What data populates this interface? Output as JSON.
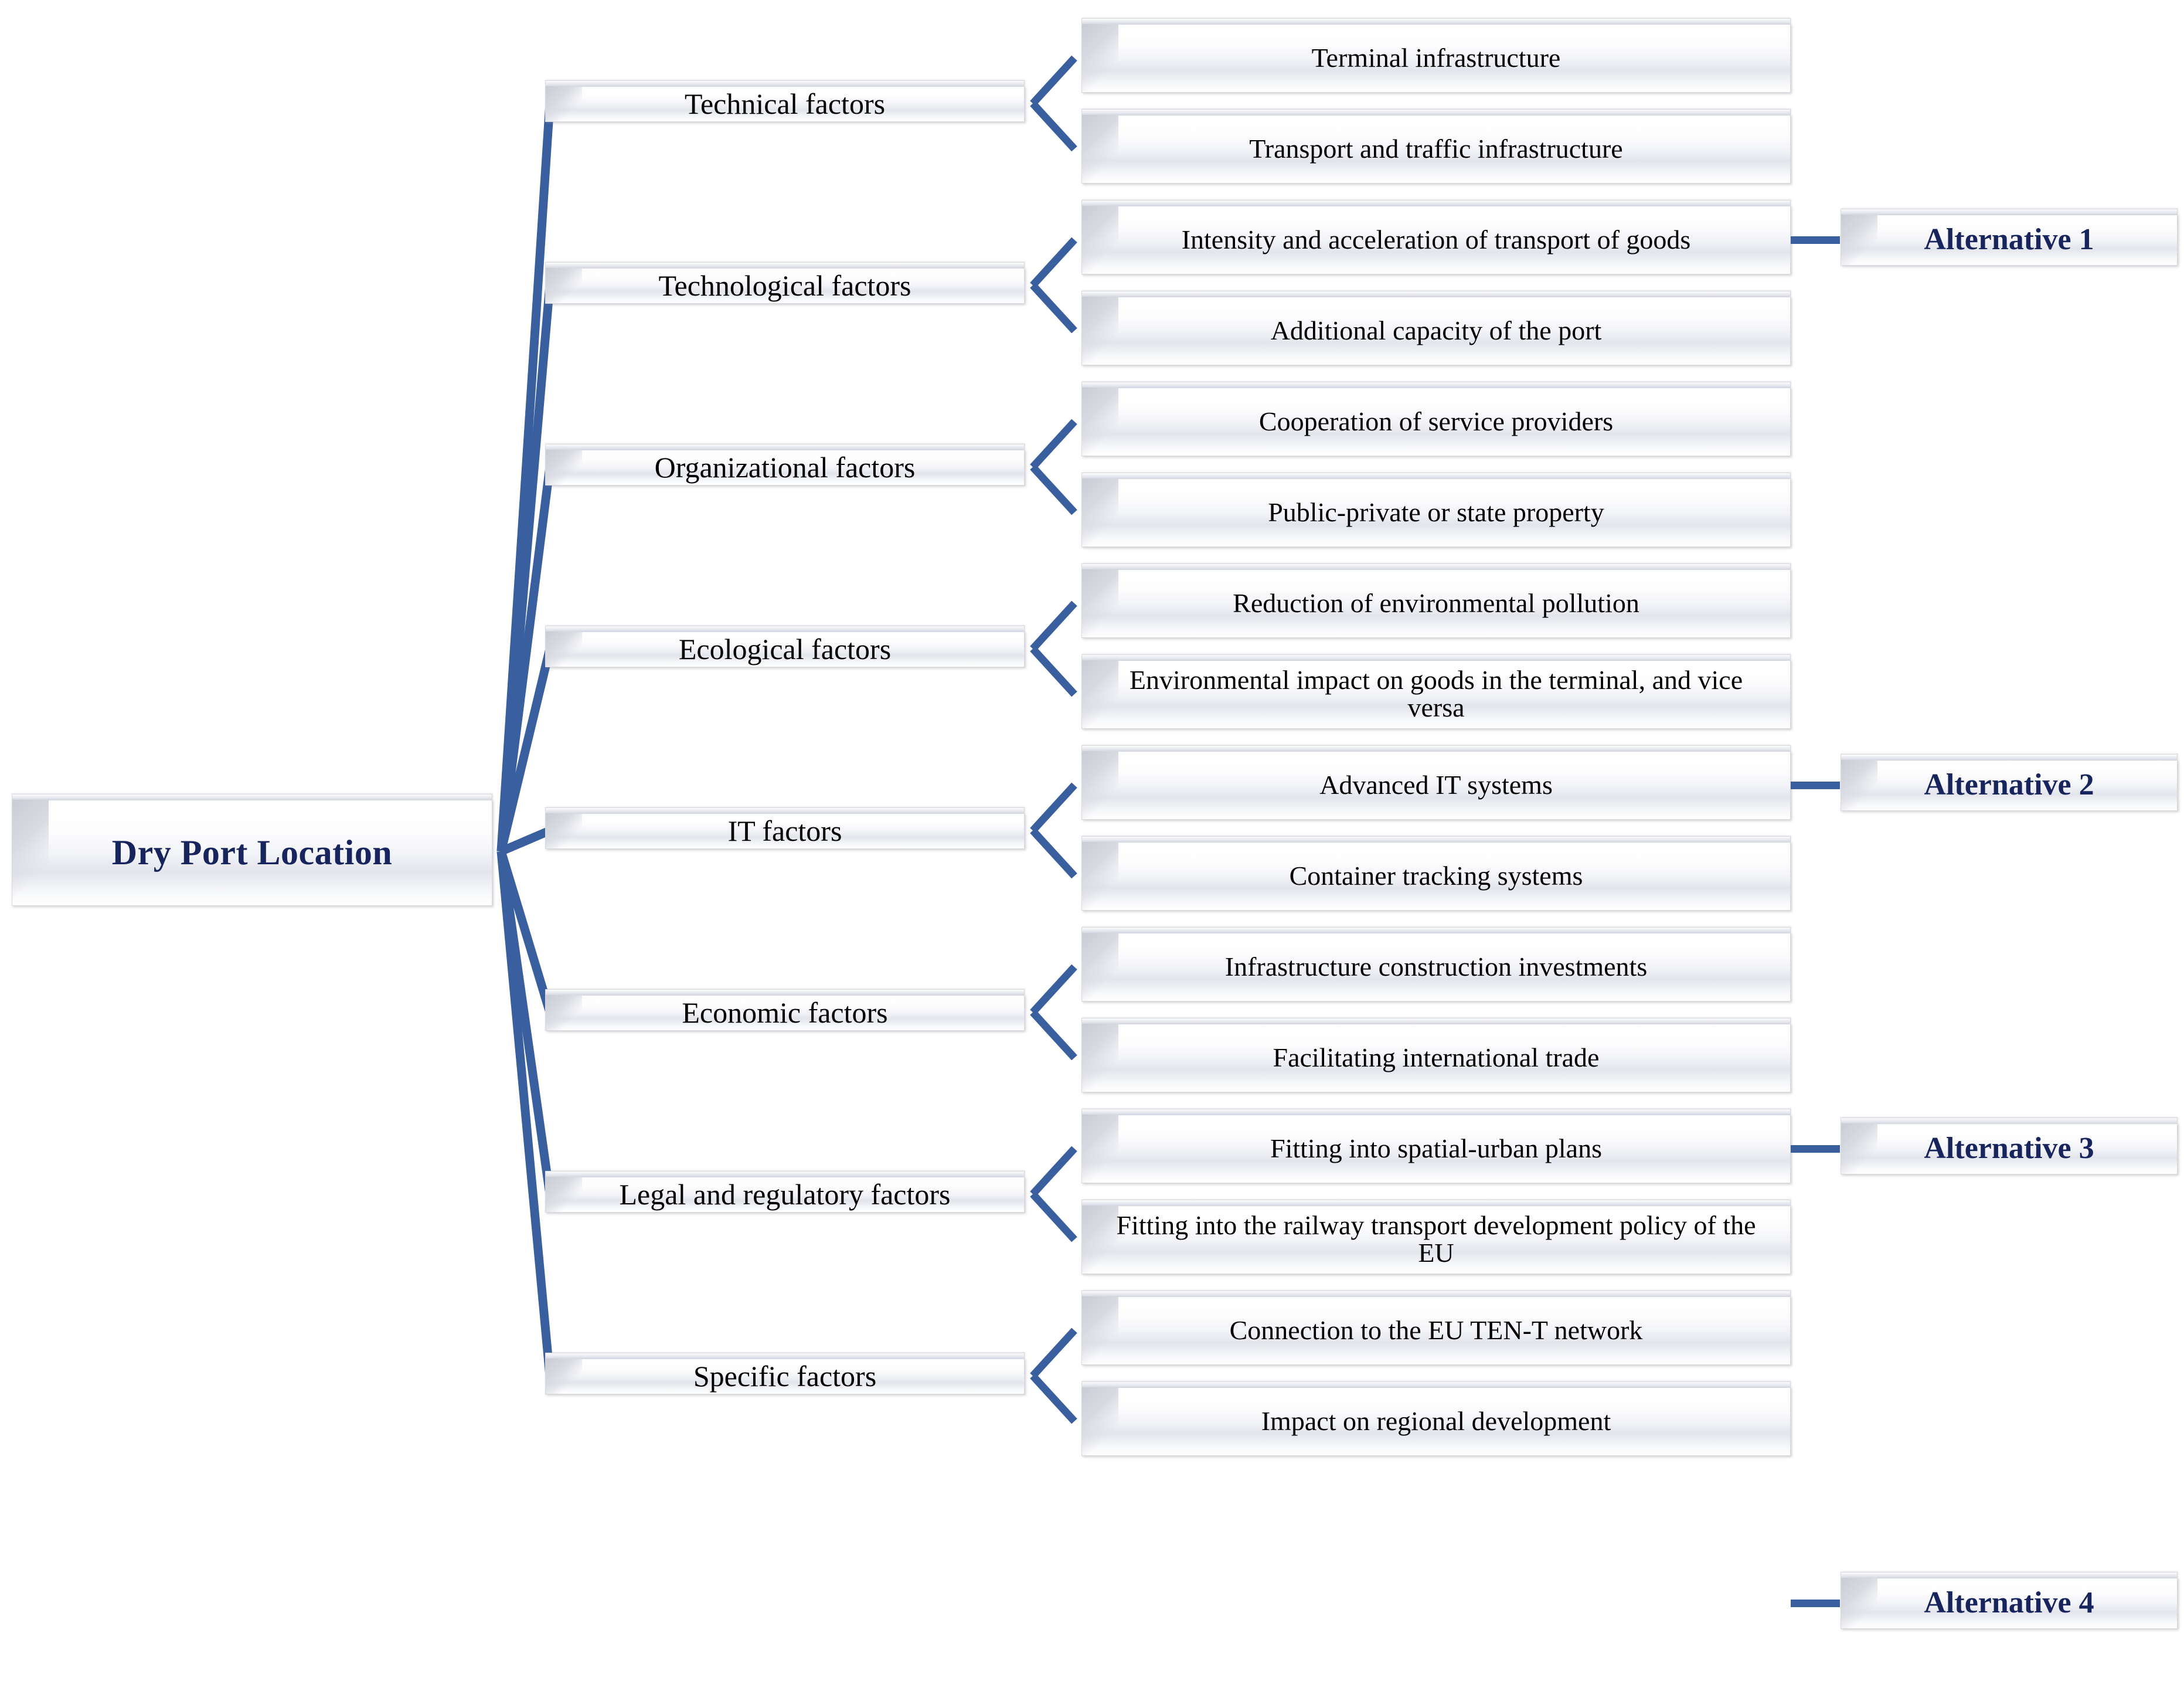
{
  "diagram": {
    "title": "Dry Port Location",
    "root": {
      "label": "Dry Port Location"
    },
    "factors": [
      {
        "label": "Technical factors",
        "leaves": [
          "Terminal infrastructure",
          "Transport and traffic infrastructure"
        ]
      },
      {
        "label": "Technological factors",
        "leaves": [
          "Intensity and acceleration of transport of goods",
          "Additional capacity of the port"
        ]
      },
      {
        "label": "Organizational factors",
        "leaves": [
          "Cooperation of service providers",
          "Public-private or state property"
        ]
      },
      {
        "label": "Ecological factors",
        "leaves": [
          "Reduction of environmental pollution",
          "Environmental impact on goods in the terminal, and vice versa"
        ]
      },
      {
        "label": "IT factors",
        "leaves": [
          "Advanced IT systems",
          "Container tracking systems"
        ]
      },
      {
        "label": "Economic factors",
        "leaves": [
          "Infrastructure construction investments",
          "Facilitating international trade"
        ]
      },
      {
        "label": "Legal and regulatory factors",
        "leaves": [
          "Fitting into spatial-urban plans",
          "Fitting into the railway transport development policy of the EU"
        ]
      },
      {
        "label": "Specific factors",
        "leaves": [
          "Connection to the EU TEN-T network",
          "Impact on regional development"
        ]
      }
    ],
    "alternatives": [
      {
        "label": "Alternative 1"
      },
      {
        "label": "Alternative 2"
      },
      {
        "label": "Alternative 3"
      },
      {
        "label": "Alternative 4"
      }
    ],
    "colors": {
      "connector_blue": "#3a5f9e",
      "title_navy": "#17255c",
      "box_face": "#f2f3f7",
      "text_black": "#000000"
    }
  }
}
